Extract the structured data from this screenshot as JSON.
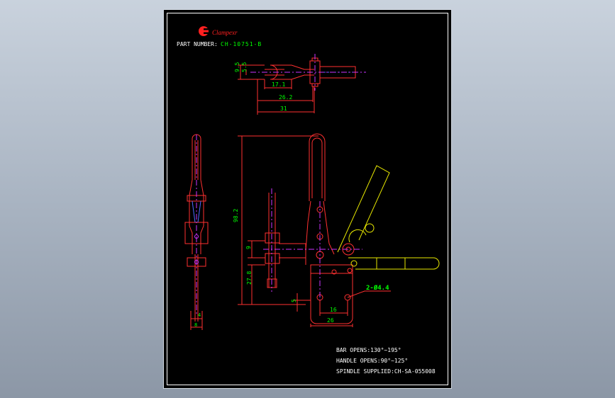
{
  "brand": {
    "name": "Clampexr",
    "logo_icon": "clamptek-c-logo-icon",
    "color": "#ff2020"
  },
  "part": {
    "label": "PART NUMBER:",
    "number": "CH-10751-B"
  },
  "top_view_dims": {
    "d1": "9.5",
    "d2": "5.5",
    "d3": "17.1",
    "d4": "26.2",
    "d5": "31"
  },
  "front_view_dims": {
    "height_total": "98.2",
    "h1": "9",
    "h2": "27.8",
    "h3": "5",
    "w1": "16",
    "w2": "26",
    "hole": "2-Ø4.4"
  },
  "side_view_dims": {
    "w1": "4",
    "w2": "8"
  },
  "specs": {
    "bar_opens": "BAR OPENS:130°~195°",
    "handle_opens": "HANDLE OPENS:90°~125°",
    "spindle": "SPINDLE SUPPLIED:CH-SA-055008"
  },
  "colors": {
    "outline": "#ff3030",
    "dim": "#ff3030",
    "text": "#ffffff",
    "dimtext": "#00ff00",
    "center": "#cc33ff",
    "hidden": "#4a6bff",
    "yellow": "#e8e800"
  }
}
